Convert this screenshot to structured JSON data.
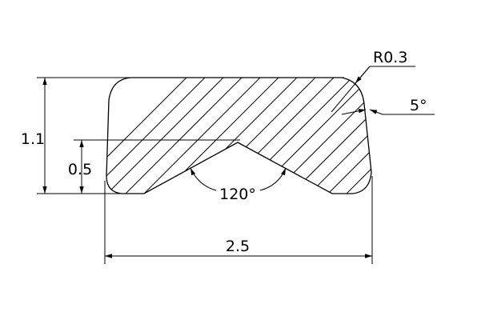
{
  "drawing": {
    "colors": {
      "background": "#ffffff",
      "line": "#000000"
    },
    "dimensions": {
      "overall_height": "1.1",
      "groove_height": "0.5",
      "overall_width": "2.5",
      "groove_angle": "120°",
      "corner_radius": "R0.3",
      "side_taper": "5°"
    }
  }
}
